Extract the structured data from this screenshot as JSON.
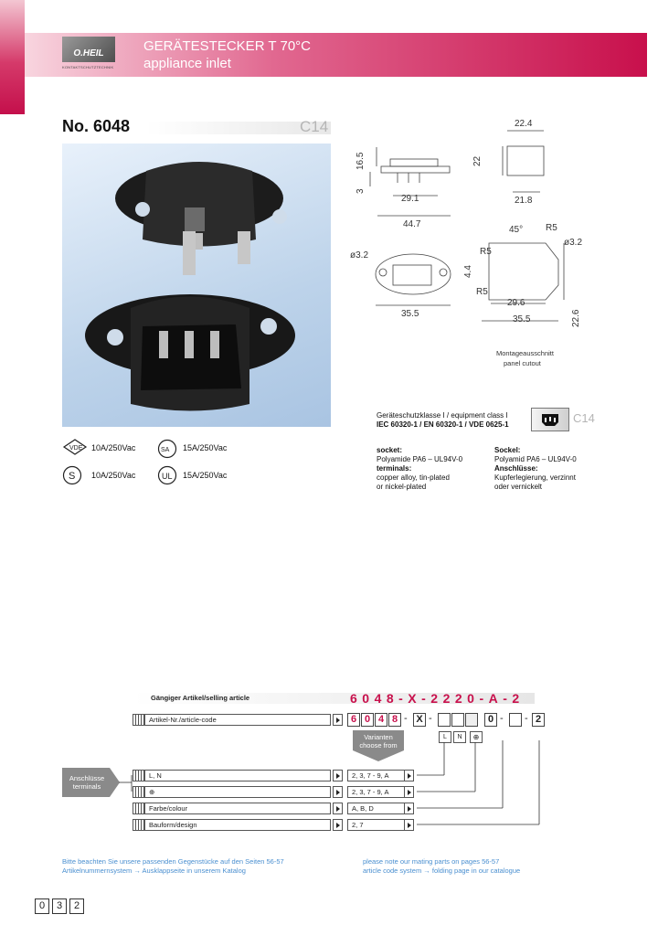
{
  "header": {
    "logo_text": "O.HEIL",
    "logo_subtext": "KONTAKTSCHUTZTECHNIK",
    "title_de": "GERÄTESTECKER T 70°C",
    "title_en": "appliance inlet"
  },
  "product": {
    "number": "No. 6048",
    "code": "C14"
  },
  "drawing": {
    "dims": [
      "22.4",
      "16.5",
      "3",
      "22",
      "29.1",
      "21.8",
      "44.7",
      "45°",
      "R5",
      "ø3.2",
      "ø3.2",
      "R5",
      "4.4",
      "R5",
      "35.5",
      "29.6",
      "35.5",
      "22.6"
    ],
    "panel_cutout_de": "Montageausschnitt",
    "panel_cutout_en": "panel cutout"
  },
  "certifications": [
    {
      "icon": "vde-mark-icon",
      "text": "10A/250Vac"
    },
    {
      "icon": "csa-mark-icon",
      "text": "15A/250Vac"
    },
    {
      "icon": "semko-s-mark-icon",
      "text": "10A/250Vac"
    },
    {
      "icon": "ul-mark-icon",
      "text": "15A/250Vac"
    }
  ],
  "equipment": {
    "line1": "Geräteschutzklasse I / equipment class I",
    "line2": "IEC 60320-1 / EN 60320-1 / VDE 0625-1",
    "code": "C14"
  },
  "materials_en": {
    "socket_h": "socket:",
    "socket": "Polyamide PA6 – UL94V-0",
    "terminals_h": "terminals:",
    "terminals1": "copper alloy, tin-plated",
    "terminals2": "or nickel-plated"
  },
  "materials_de": {
    "socket_h": "Sockel:",
    "socket": "Polyamid PA6 – UL94V-0",
    "terminals_h": "Anschlüsse:",
    "terminals1": "Kupferlegierung, verzinnt",
    "terminals2": "oder vernickelt"
  },
  "order": {
    "common_label": "Gängiger Artikel/selling article",
    "common_code": "6048-X-2220-A-2",
    "article_code_label": "Artikel-Nr./article-code",
    "cells": [
      "6",
      "0",
      "4",
      "8",
      "X",
      "",
      "",
      "0",
      "",
      "2"
    ],
    "variants_label": "Varianten choose from",
    "sub_cells": [
      "L",
      "N",
      "⊕"
    ],
    "terminals_label": "Anschlüsse terminals",
    "rows": [
      {
        "label": "L, N",
        "values": "2, 3, 7 - 9, A"
      },
      {
        "label": "⊕",
        "values": "2, 3, 7 - 9, A"
      },
      {
        "label": "Farbe/colour",
        "values": "A, B, D"
      },
      {
        "label": "Bauform/design",
        "values": "2, 7"
      }
    ]
  },
  "notes_de": {
    "line1": "Bitte beachten Sie unsere passenden Gegenstücke auf den Seiten 56-57",
    "line2": "Artikelnummernsystem → Ausklappseite in unserem Katalog"
  },
  "notes_en": {
    "line1": "please note our mating parts on pages 56-57",
    "line2": "article code system → folding page in our catalogue"
  },
  "page_number": [
    "0",
    "3",
    "2"
  ]
}
